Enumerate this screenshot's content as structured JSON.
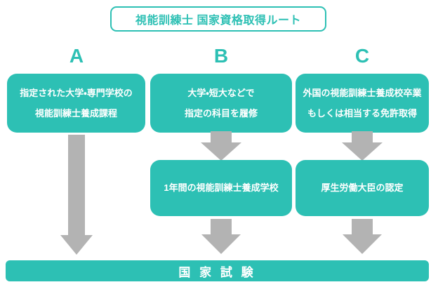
{
  "colors": {
    "teal": "#2dc0b4",
    "arrow_gray": "#b3b3b3",
    "text_on_teal": "#ffffff",
    "background": "#ffffff"
  },
  "title": "視能訓練士 国家資格取得ルート",
  "routes": {
    "a": {
      "label": "A",
      "step1_line1": "指定された大学・専門学校の",
      "step1_line2": "視能訓練士養成課程"
    },
    "b": {
      "label": "B",
      "step1_line1": "大学・短大などで",
      "step1_line2": "指定の科目を履修",
      "step2": "1年間の視能訓練士養成学校"
    },
    "c": {
      "label": "C",
      "step1_line1": "外国の視能訓練士養成校卒業",
      "step1_line2": "もしくは相当する免許取得",
      "step2": "厚生労働大臣の認定"
    }
  },
  "final_step": "国 家 試 験"
}
